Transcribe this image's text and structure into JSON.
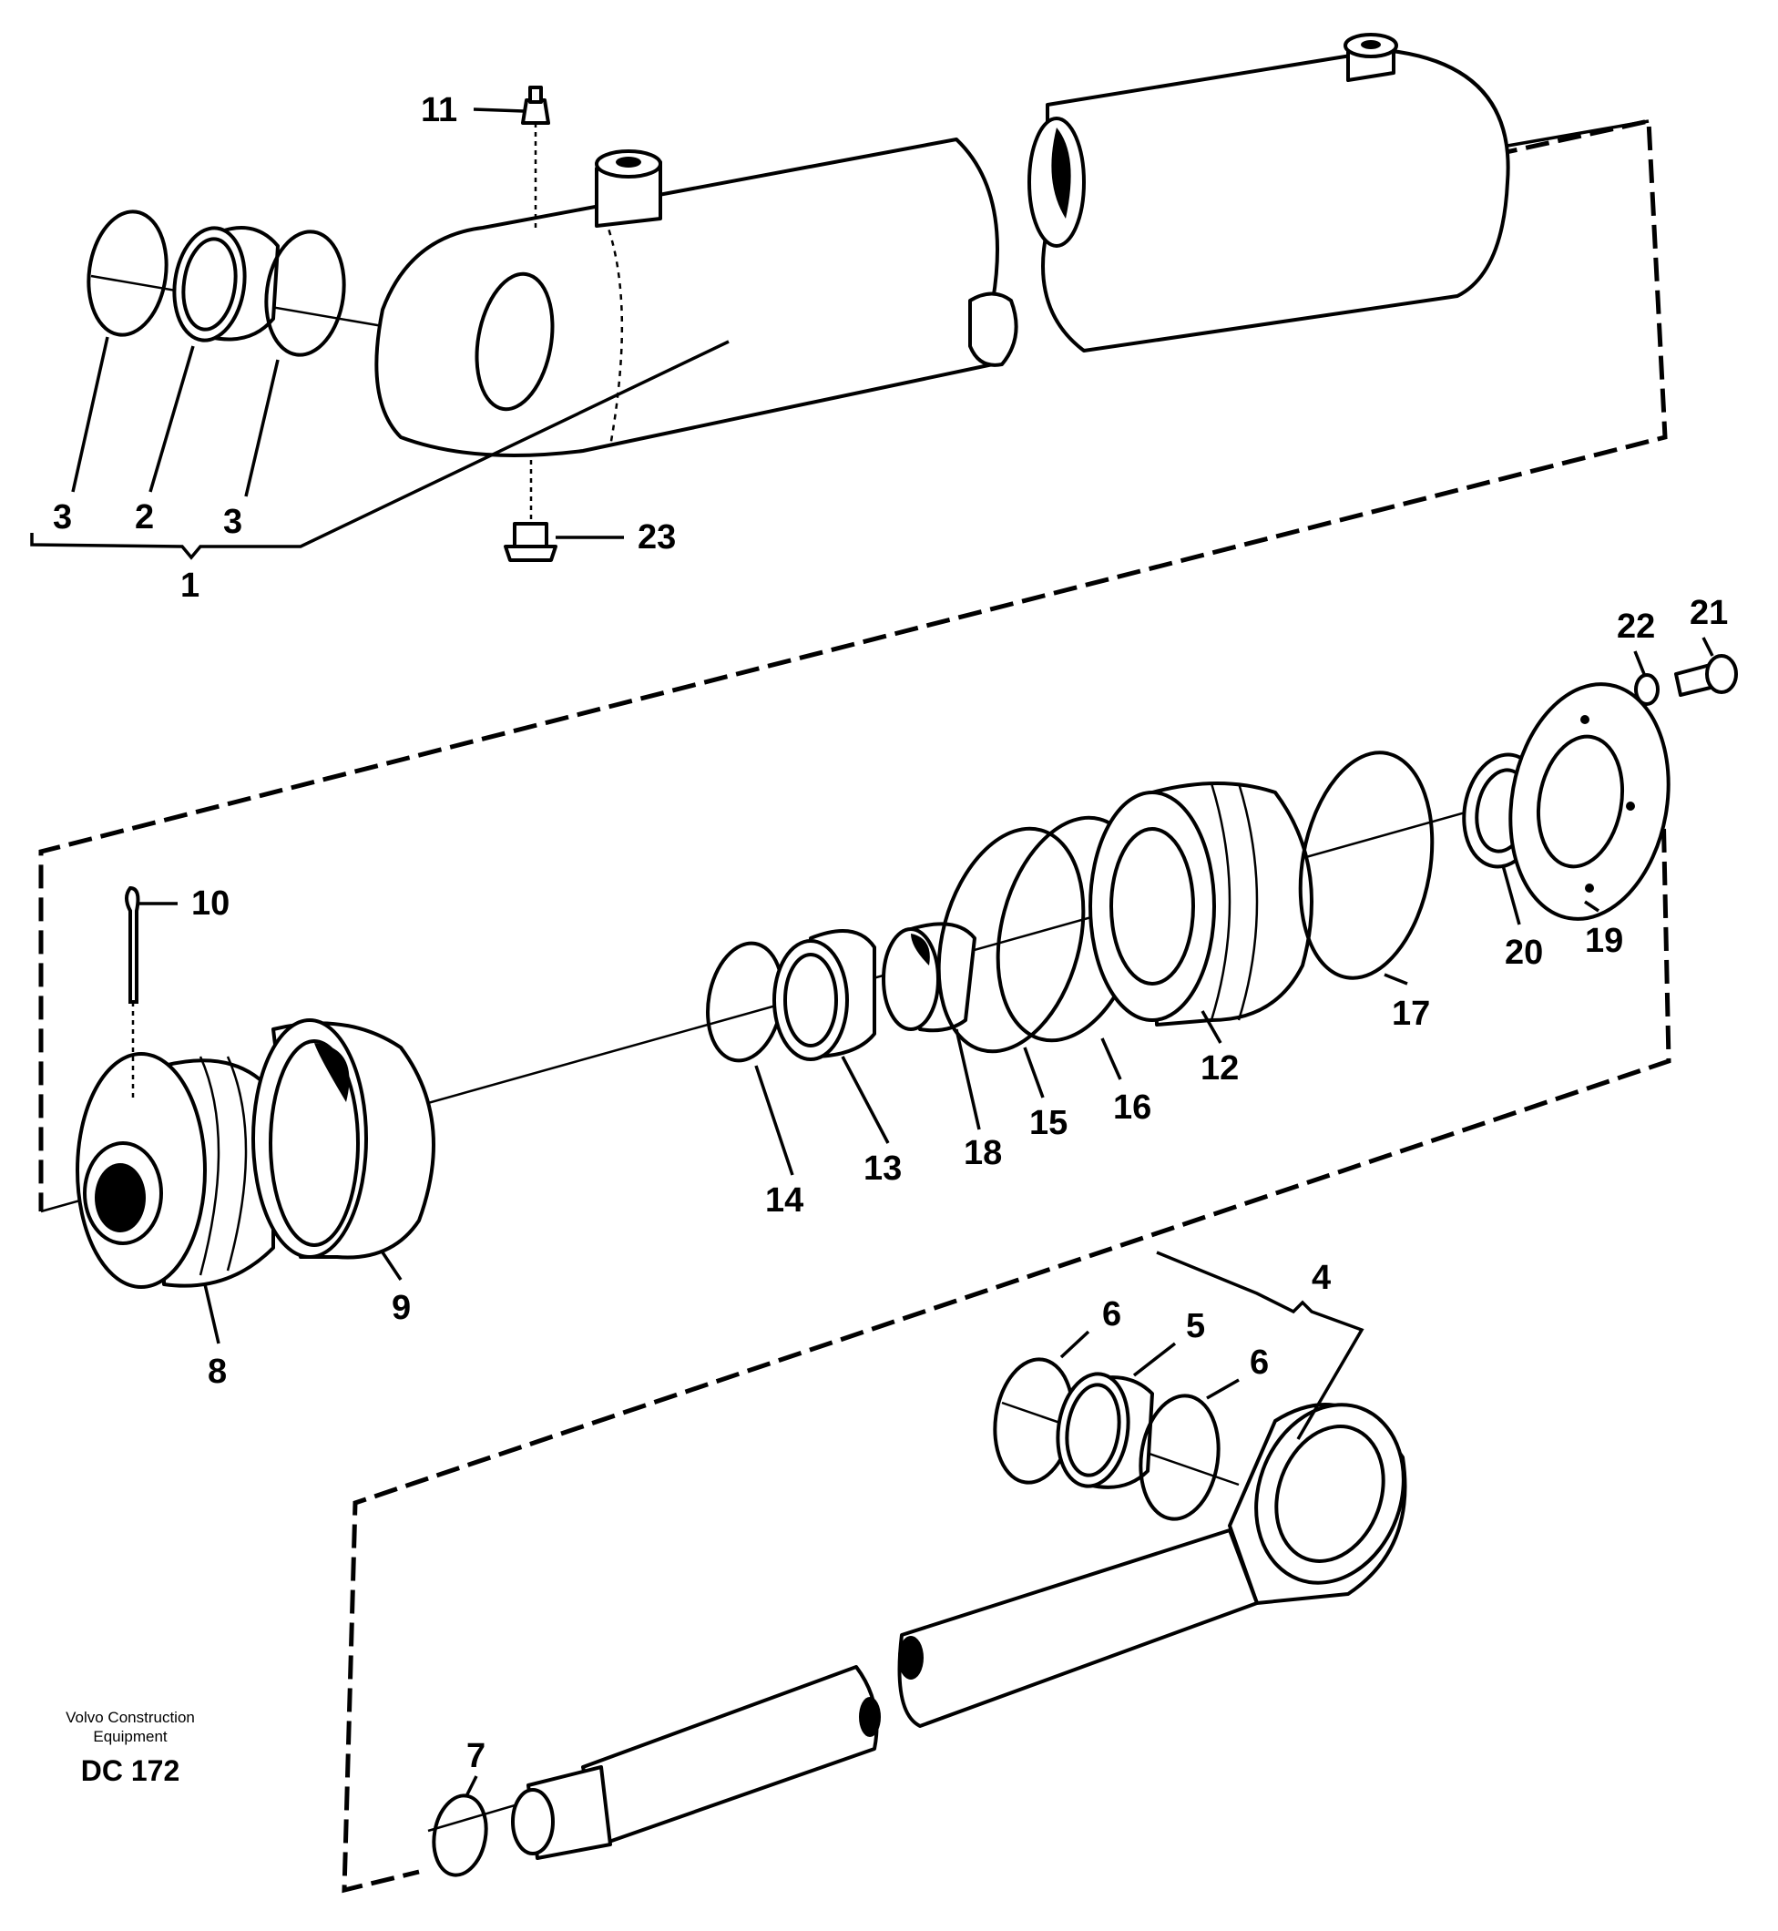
{
  "diagram": {
    "callouts": {
      "p1": "1",
      "p2": "2",
      "p3a": "3",
      "p3b": "3",
      "p4": "4",
      "p5": "5",
      "p6a": "6",
      "p6b": "6",
      "p7": "7",
      "p8": "8",
      "p9": "9",
      "p10": "10",
      "p11": "11",
      "p12": "12",
      "p13": "13",
      "p14": "14",
      "p15": "15",
      "p16": "16",
      "p17": "17",
      "p18": "18",
      "p19": "19",
      "p20": "20",
      "p21": "21",
      "p22": "22",
      "p23": "23"
    },
    "stamp": {
      "line1": "Volvo Construction",
      "line2": "Equipment",
      "code": "DC 172"
    }
  }
}
